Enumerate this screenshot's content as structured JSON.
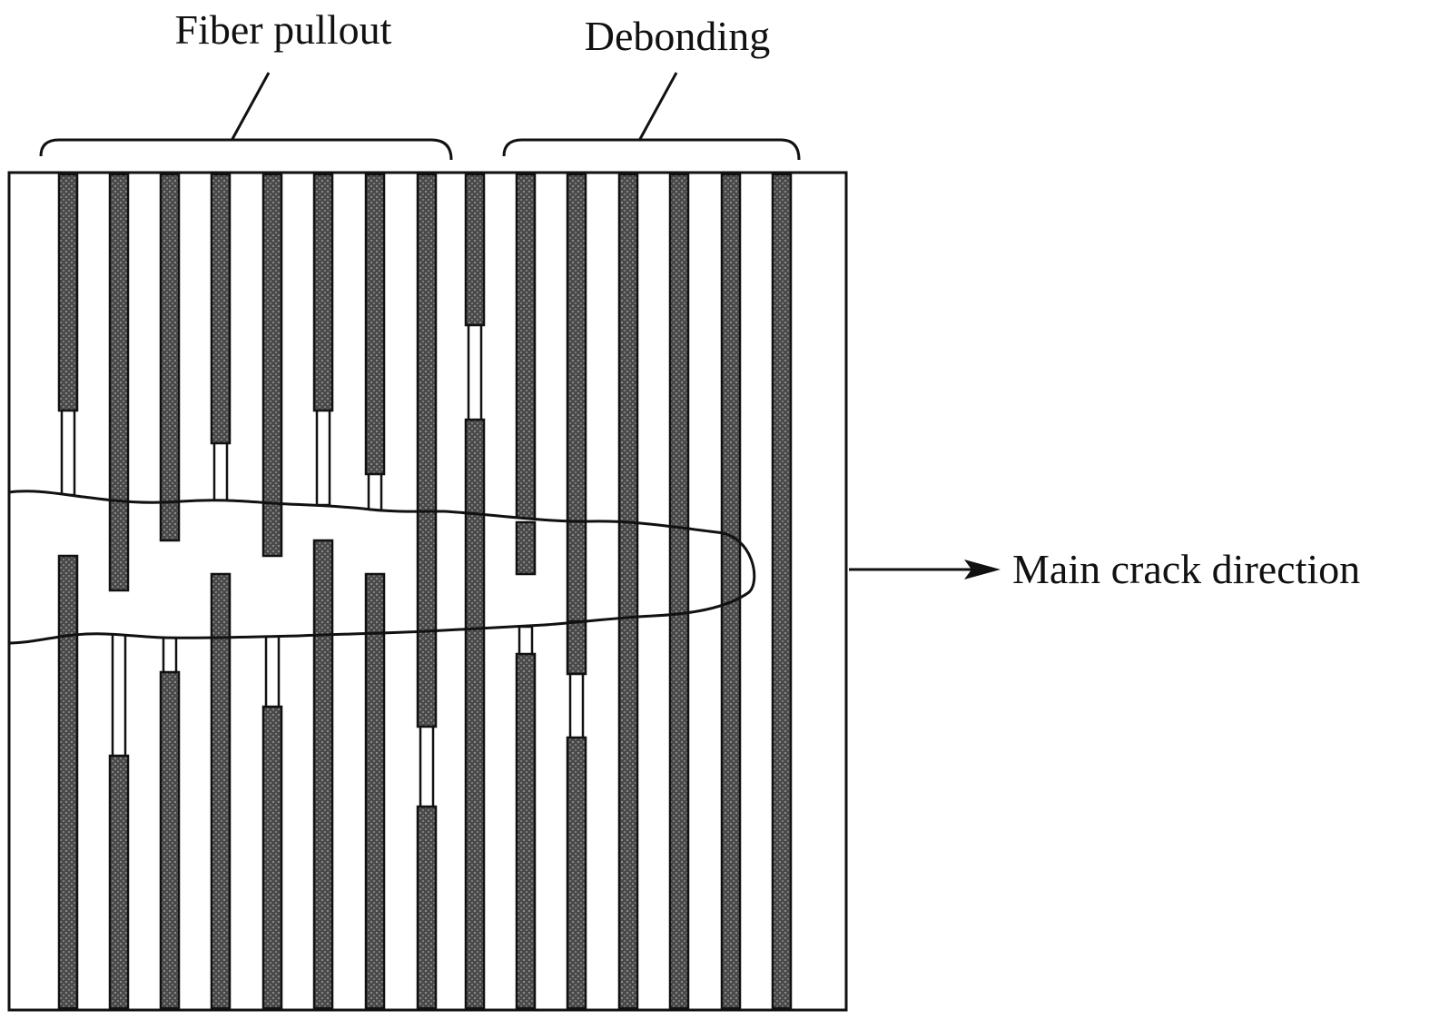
{
  "labels": {
    "fiber_pullout": "Fiber pullout",
    "debonding": "Debonding",
    "main_crack_direction": "Main crack direction"
  },
  "colors": {
    "ink": "#111111",
    "matrix": "#ffffff",
    "fiber_fill": "#5a5a5a"
  }
}
